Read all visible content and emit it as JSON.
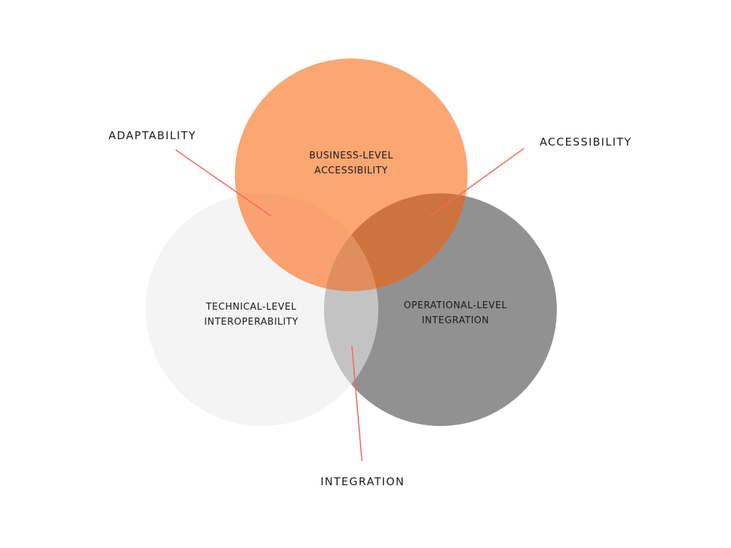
{
  "circles": {
    "business": {
      "line1": "BUSINESS-LEVEL",
      "line2": "ACCESSIBILITY",
      "color": "#fca672"
    },
    "technical": {
      "line1": "TECHNICAL-LEVEL",
      "line2": "INTEROPERABILITY",
      "color": "#f4f4f4"
    },
    "operational": {
      "line1": "OPERATIONAL-LEVEL",
      "line2": "INTEGRATION",
      "color": "#919191"
    }
  },
  "callouts": {
    "adaptability": "ADAPTABILITY",
    "accessibility": "ACCESSIBILITY",
    "integration": "INTEGRATION"
  },
  "colors": {
    "leader_line": "#f26b5b",
    "business_technical_overlap": "#faa171",
    "business_operational_overlap": "#cc733f",
    "technical_operational_overlap": "#c3c3c3",
    "center_overlap": "#e18e5f"
  }
}
